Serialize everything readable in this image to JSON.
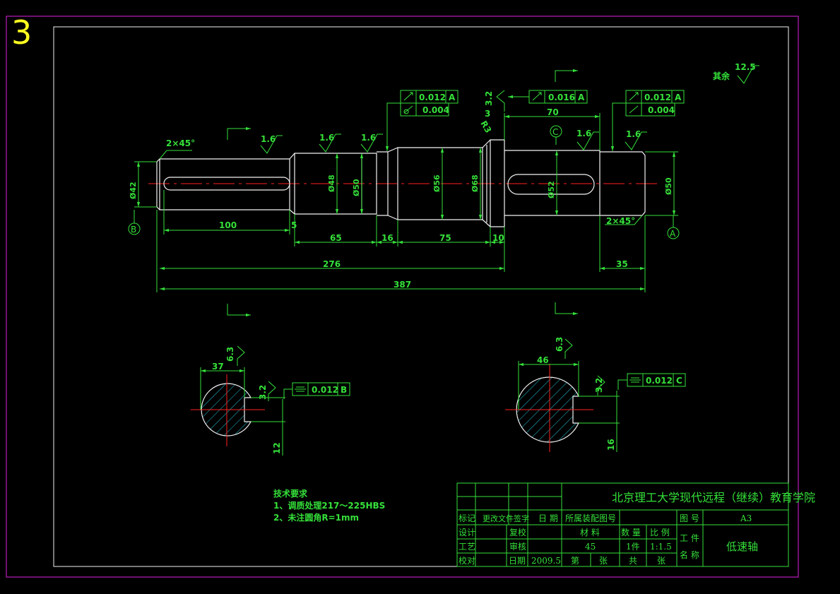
{
  "sheet_number": "3",
  "roughness": {
    "other_label": "其余",
    "other_value": "12.5",
    "values": [
      "1.6",
      "1.6",
      "1.6",
      "1.6",
      "1.6",
      "3.2",
      "6.3",
      "3.2",
      "6.3",
      "3.2"
    ]
  },
  "chamfers": {
    "left": "2×45°",
    "right": "2×45°"
  },
  "fillet": "R3",
  "datums": {
    "a": "A",
    "b": "B",
    "c": "C"
  },
  "gdt": [
    {
      "symbol": "runout",
      "tolerance": "0.012",
      "datum": "A"
    },
    {
      "symbol": "cylindricity",
      "tolerance": "0.004",
      "datum": ""
    },
    {
      "symbol": "runout",
      "tolerance": "0.016",
      "datum": "A"
    },
    {
      "symbol": "runout",
      "tolerance": "0.012",
      "datum": "A"
    },
    {
      "symbol": "cylindricity",
      "tolerance": "0.004",
      "datum": ""
    },
    {
      "symbol": "symmetry",
      "tolerance": "0.012",
      "datum": "B"
    },
    {
      "symbol": "symmetry",
      "tolerance": "0.012",
      "datum": "C"
    }
  ],
  "diameters": {
    "d1": "Ø42",
    "d2": "Ø48",
    "d3": "Ø50",
    "d4": "Ø56",
    "d5": "Ø68",
    "d6": "Ø52",
    "d7": "Ø50"
  },
  "lengths": {
    "l100": "100",
    "l5": "5",
    "l65": "65",
    "l16": "16",
    "l75": "75",
    "l10": "10",
    "l276": "276",
    "l387": "387",
    "l35": "35",
    "l70": "70",
    "l3": "3"
  },
  "sections": {
    "left_width": "37",
    "left_key": "12",
    "right_width": "46",
    "right_key": "16"
  },
  "tech_req": {
    "title": "技术要求",
    "lines": [
      "1、调质处理217～225HBS",
      "2、未注圆角R=1mm"
    ]
  },
  "title_block": {
    "school": "北京理工大学现代远程（继续）教育学院",
    "h_biaoji": "标记",
    "h_gengai": "更改文件签字",
    "h_riqi": "日 期",
    "h_suoshu": "所属装配图号",
    "h_tuhao": "图 号",
    "paper": "A3",
    "h_sheji": "设计",
    "h_fujiao": "复校",
    "h_cailiao": "材 料",
    "h_shuliang": "数 量",
    "h_bili": "比 例",
    "h_gongjian": "工 件",
    "h_mingcheng": "名 称",
    "part_name": "低速轴",
    "h_gongyi": "工艺",
    "h_shenhe": "审核",
    "material": "45",
    "quantity": "1件",
    "scale": "1:1.5",
    "h_jiaodui": "校对",
    "h_riqi2": "日期",
    "date": "2009.5",
    "h_di": "第",
    "h_zhang1": "张",
    "h_gong": "共",
    "h_zhang2": "张"
  }
}
